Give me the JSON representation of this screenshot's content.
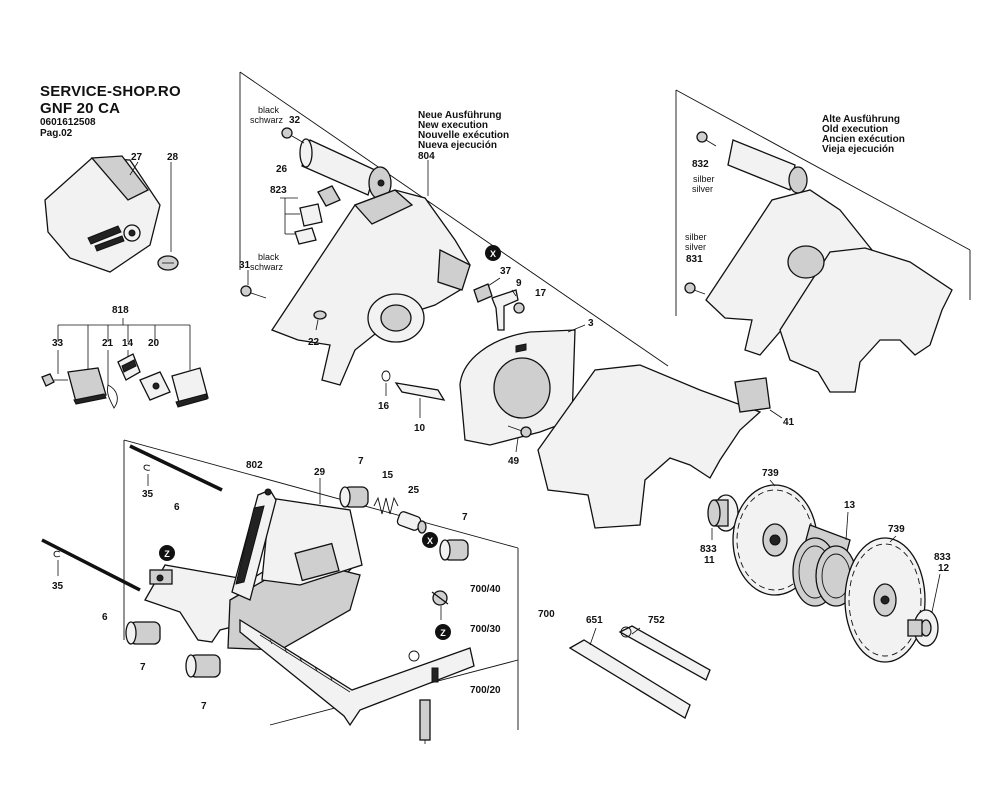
{
  "header": {
    "shop": "SERVICE-SHOP.RO",
    "model": "GNF 20 CA",
    "part_number": "0601612508",
    "page": "Pag.02"
  },
  "new_execution": [
    "Neue Ausführung",
    "New execution",
    "Nouvelle exécution",
    "Nueva ejecución"
  ],
  "old_execution": [
    "Alte Ausführung",
    "Old execution",
    "Ancien exécution",
    "Vieja ejecución"
  ],
  "notes": {
    "black1": "black",
    "schwarz1": "schwarz",
    "black2": "black",
    "schwarz2": "schwarz",
    "silber1": "silber",
    "silver1": "silver",
    "silber2": "silber",
    "silver2": "silver"
  },
  "markers": {
    "x1": "X",
    "x2": "X",
    "z1": "Z",
    "z2": "Z"
  },
  "parts": {
    "p27": "27",
    "p28": "28",
    "p818": "818",
    "p33": "33",
    "p21": "21",
    "p14": "14",
    "p20": "20",
    "p32": "32",
    "p26": "26",
    "p823": "823",
    "p31": "31",
    "p22": "22",
    "p804": "804",
    "p37": "37",
    "p9": "9",
    "p17": "17",
    "p3": "3",
    "p16": "16",
    "p10": "10",
    "p49": "49",
    "p41": "41",
    "p832": "832",
    "p831": "831",
    "p35a": "35",
    "p6a": "6",
    "p802": "802",
    "p29": "29",
    "p7a": "7",
    "p15": "15",
    "p25": "25",
    "p7b": "7",
    "p35b": "35",
    "p6b": "6",
    "p7c": "7",
    "p7d": "7",
    "p700_40": "700/40",
    "p700_30": "700/30",
    "p700": "700",
    "p700_20": "700/20",
    "p651": "651",
    "p752": "752",
    "p739a": "739",
    "p13": "13",
    "p739b": "739",
    "p833a": "833",
    "p11": "11",
    "p833b": "833",
    "p12": "12"
  }
}
